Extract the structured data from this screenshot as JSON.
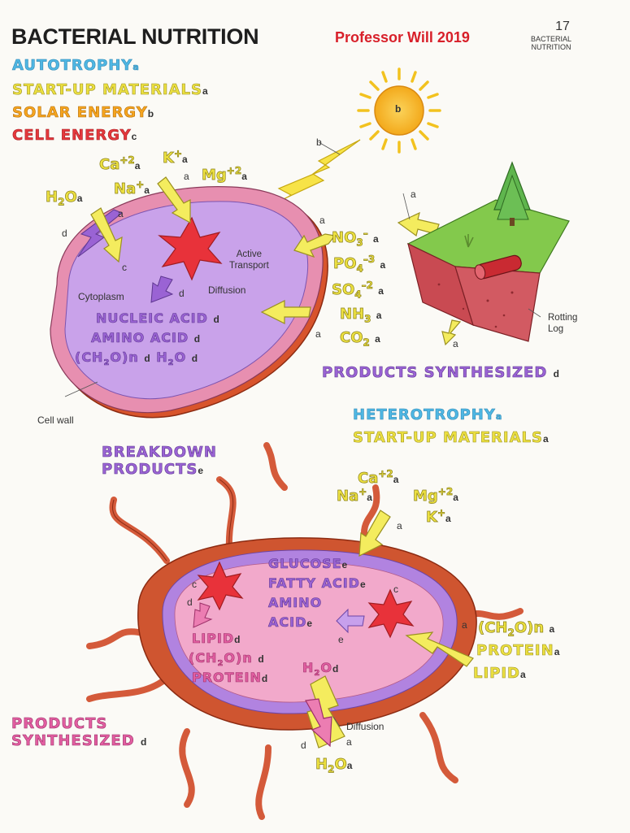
{
  "header": {
    "title": "BACTERIAL NUTRITION",
    "author": "Professor Will 2019",
    "page_number": "17",
    "page_tag_line1": "BACTERIAL",
    "page_tag_line2": "NUTRITION"
  },
  "autotrophy": {
    "heading": "AUTOTROPHY",
    "legend": [
      {
        "text": "START-UP MATERIALS",
        "letter": "a"
      },
      {
        "text": "SOLAR ENERGY",
        "letter": "b"
      },
      {
        "text": "CELL ENERGY",
        "letter": "c"
      }
    ],
    "ions": {
      "ca": "Ca",
      "ca_charge": "+2",
      "k": "K",
      "k_charge": "+",
      "na": "Na",
      "na_charge": "+",
      "mg": "Mg",
      "mg_charge": "+2",
      "water_h": "H",
      "water_2": "2",
      "water_o": "O"
    },
    "cell_labels": {
      "active_transport_1": "Active",
      "active_transport_2": "Transport",
      "cytoplasm": "Cytoplasm",
      "diffusion": "Diffusion",
      "cell_wall": "Cell wall"
    },
    "cell_products": [
      {
        "text": "NUCLEIC ACID",
        "letter": "d"
      },
      {
        "text": "AMINO ACID",
        "letter": "d"
      },
      {
        "text": "(CH",
        "sub": "2",
        "tail": "O)n",
        "letter": "d",
        "extra": "H",
        "extra_sub": "2",
        "extra_tail": "O",
        "extra_letter": "d"
      }
    ],
    "inorganic": [
      {
        "base": "NO",
        "sub": "3",
        "sup": "–",
        "letter": "a"
      },
      {
        "base": "PO",
        "sub": "4",
        "sup": "–3",
        "letter": "a"
      },
      {
        "base": "SO",
        "sub": "4",
        "sup": "–2",
        "letter": "a"
      },
      {
        "base": "NH",
        "sub": "3",
        "sup": "",
        "letter": "a"
      },
      {
        "base": "CO",
        "sub": "2",
        "sup": "",
        "letter": "a"
      }
    ],
    "rotting_log_1": "Rotting",
    "rotting_log_2": "Log",
    "sun_letter": "b",
    "products_synthesized": "PRODUCTS SYNTHESIZED",
    "products_letter": "d"
  },
  "heterotrophy": {
    "heading": "HETEROTROPHY",
    "startup": "START-UP MATERIALS",
    "startup_letter": "a",
    "ions": {
      "ca": "Ca",
      "ca_charge": "+2",
      "na": "Na",
      "na_charge": "+",
      "mg": "Mg",
      "mg_charge": "+2",
      "k": "K",
      "k_charge": "+"
    },
    "breakdown_1": "BREAKDOWN",
    "breakdown_2": "PRODUCTS",
    "breakdown_letter": "e",
    "inside_breakdown": [
      {
        "text": "GLUCOSE",
        "letter": "e"
      },
      {
        "text": "FATTY ACID",
        "letter": "e"
      },
      {
        "text": "AMINO",
        "letter": ""
      },
      {
        "text": "ACID",
        "letter": "e"
      }
    ],
    "inside_synth": [
      {
        "text": "LIPID",
        "letter": "d"
      },
      {
        "text": "(CH",
        "sub": "2",
        "tail": "O)n",
        "letter": "d"
      },
      {
        "text": "PROTEIN",
        "letter": "d"
      }
    ],
    "water_inside": {
      "h": "H",
      "sub": "2",
      "o": "O",
      "letter": "d"
    },
    "organics": [
      {
        "text": "(CH",
        "sub": "2",
        "tail": "O)n",
        "letter": "a"
      },
      {
        "text": "PROTEIN",
        "letter": "a"
      },
      {
        "text": "LIPID",
        "letter": "a"
      }
    ],
    "products_synthesized_1": "PRODUCTS",
    "products_synthesized_2": "SYNTHESIZED",
    "products_letter": "d",
    "diffusion": "Diffusion",
    "water": {
      "h": "H",
      "sub": "2",
      "o": "O",
      "letter": "a"
    }
  },
  "letters": {
    "a": "a",
    "b": "b",
    "c": "c",
    "d": "d",
    "e": "e"
  },
  "colors": {
    "autotrophy_blue": "#4fb7e3",
    "startup_yellow": "#ece040",
    "solar_orange": "#f6a51f",
    "cell_energy_red": "#e5383c",
    "product_purple": "#9a63d4",
    "cell_wall_orange": "#d8542c",
    "cytoplasm_violet": "#c9a2ea",
    "soil_red": "#c94a52",
    "grass_green": "#83c94c"
  }
}
